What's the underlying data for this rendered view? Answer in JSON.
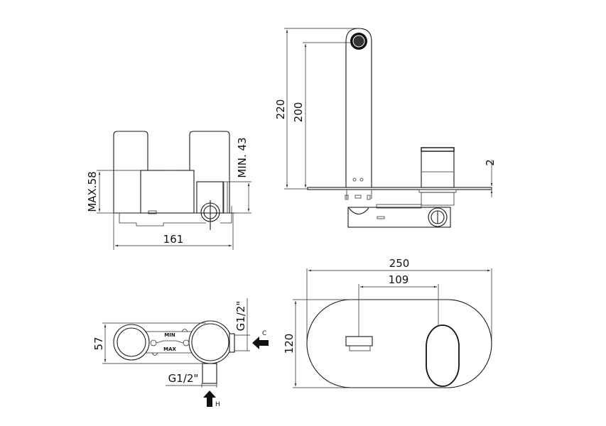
{
  "drawing": {
    "front_view": {
      "dim_width": "161",
      "dim_max_depth": "MAX.58",
      "dim_min_depth": "MIN. 43"
    },
    "side_view": {
      "dim_total_height": "220",
      "dim_spout_height": "200",
      "dim_plate_thickness": "2"
    },
    "top_view": {
      "dim_depth": "57",
      "label_min": "MIN",
      "label_max": "MAX",
      "dim_cold_inlet": "G1/2\"",
      "dim_hot_inlet": "G1/2\"",
      "arrow_cold_label": "C",
      "arrow_hot_label": "H"
    },
    "plate_view": {
      "dim_plate_width": "250",
      "dim_center_distance": "109",
      "dim_plate_height": "120"
    }
  }
}
